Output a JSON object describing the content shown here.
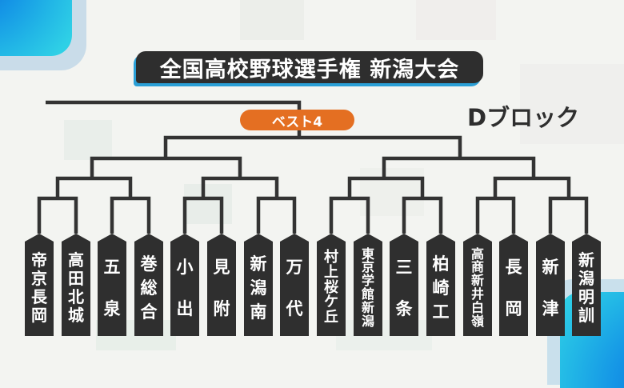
{
  "title": "全国高校野球選手権 新潟大会",
  "block_label": "Dブロック",
  "round_badge": "ベスト4",
  "colors": {
    "tag_bg": "#2f2f2f",
    "badge": "#e46f22",
    "title_bg": "#2e2e2e",
    "title_accent": "#2a9fd6",
    "bracket_line": "#333333"
  },
  "teams": [
    {
      "name": "帝京長岡",
      "chars": [
        "帝",
        "京",
        "長",
        "岡"
      ]
    },
    {
      "name": "高田北城",
      "chars": [
        "高",
        "田",
        "北",
        "城"
      ]
    },
    {
      "name": "五泉",
      "chars": [
        "五",
        "泉"
      ]
    },
    {
      "name": "巻総合",
      "chars": [
        "巻",
        "総",
        "合"
      ]
    },
    {
      "name": "小出",
      "chars": [
        "小",
        "出"
      ]
    },
    {
      "name": "見附",
      "chars": [
        "見",
        "附"
      ]
    },
    {
      "name": "新潟南",
      "chars": [
        "新",
        "潟",
        "南"
      ]
    },
    {
      "name": "万代",
      "chars": [
        "万",
        "代"
      ]
    },
    {
      "name": "村上桜ケ丘",
      "chars": [
        "村",
        "上",
        "桜",
        "ケ",
        "丘"
      ]
    },
    {
      "name": "東京学館新潟",
      "chars": [
        "東",
        "京",
        "学",
        "館",
        "新",
        "潟"
      ]
    },
    {
      "name": "三条",
      "chars": [
        "三",
        "条"
      ]
    },
    {
      "name": "柏崎工",
      "chars": [
        "柏",
        "崎",
        "工"
      ]
    },
    {
      "name": "高商新井白嶺",
      "chars": [
        "高",
        "商",
        "新",
        "井",
        "白",
        "嶺"
      ]
    },
    {
      "name": "長岡",
      "chars": [
        "長",
        "岡"
      ]
    },
    {
      "name": "新津",
      "chars": [
        "新",
        "津"
      ]
    },
    {
      "name": "新潟明訓",
      "chars": [
        "新",
        "潟",
        "明",
        "訓"
      ]
    }
  ]
}
